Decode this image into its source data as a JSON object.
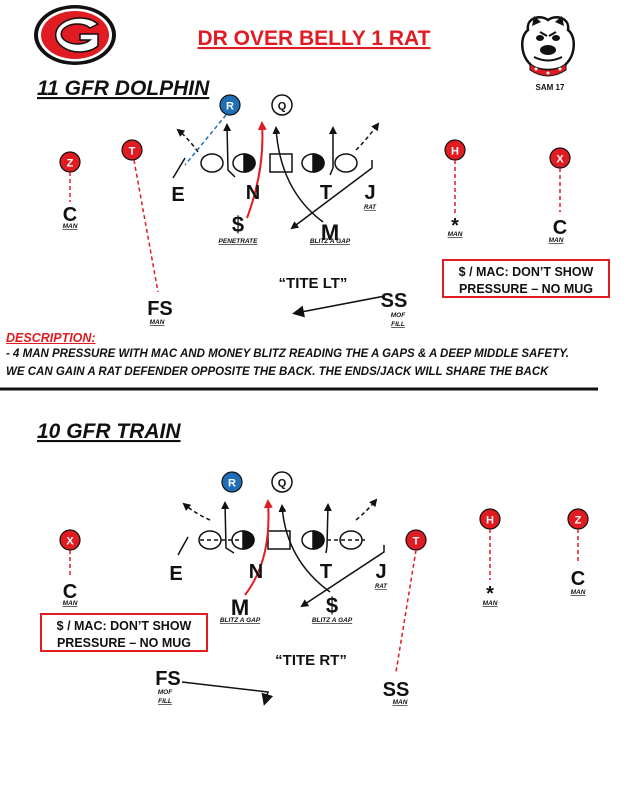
{
  "page": {
    "title": "DR OVER BELLY 1 RAT",
    "tag": "SAM 17",
    "logo_letter": "G"
  },
  "colors": {
    "red": "#e11b22",
    "blue": "#1f6fb6",
    "black": "#111111"
  },
  "play1": {
    "formation": "11 GFR DOLPHIN",
    "offense": {
      "r": "R",
      "q": "Q",
      "z": "Z",
      "t": "T",
      "h": "H",
      "x": "X"
    },
    "defense": {
      "e": "E",
      "n": "N",
      "t": "T",
      "j": "J",
      "j_tag": "RAT",
      "money": "$",
      "money_tag": "PENETRATE",
      "m": "M",
      "m_tag": "BLITZ A GAP",
      "c_left": "C",
      "c_left_tag": "MAN",
      "c_right": "C",
      "c_right_tag": "MAN",
      "star": "*",
      "star_tag": "MAN",
      "fs": "FS",
      "fs_tag": "MAN",
      "ss": "SS",
      "ss_tag1": "MOF",
      "ss_tag2": "FILL"
    },
    "call": "“TITE LT”",
    "note_line1": "$ / MAC: DON’T SHOW",
    "note_line2": "PRESSURE – NO MUG"
  },
  "description": {
    "title": "DESCRIPTION:",
    "line1": "- 4 MAN PRESSURE WITH MAC AND MONEY BLITZ READING THE A GAPS & A DEEP MIDDLE SAFETY.",
    "line2": "WE CAN GAIN A RAT DEFENDER OPPOSITE THE BACK. THE ENDS/JACK WILL SHARE THE BACK"
  },
  "play2": {
    "formation": "10 GFR TRAIN",
    "offense": {
      "r": "R",
      "q": "Q",
      "x": "X",
      "t": "T",
      "h": "H",
      "z": "Z"
    },
    "defense": {
      "e": "E",
      "n": "N",
      "t": "T",
      "j": "J",
      "j_tag": "RAT",
      "m": "M",
      "m_tag": "BLITZ A GAP",
      "money": "$",
      "money_tag": "BLITZ A GAP",
      "c_left": "C",
      "c_left_tag": "MAN",
      "c_right": "C",
      "c_right_tag": "MAN",
      "star": "*",
      "star_tag": "MAN",
      "fs": "FS",
      "fs_tag1": "MOF",
      "fs_tag2": "FILL",
      "ss": "SS",
      "ss_tag": "MAN"
    },
    "call": "“TITE RT”",
    "note_line1": "$ / MAC: DON’T SHOW",
    "note_line2": "PRESSURE – NO MUG"
  }
}
